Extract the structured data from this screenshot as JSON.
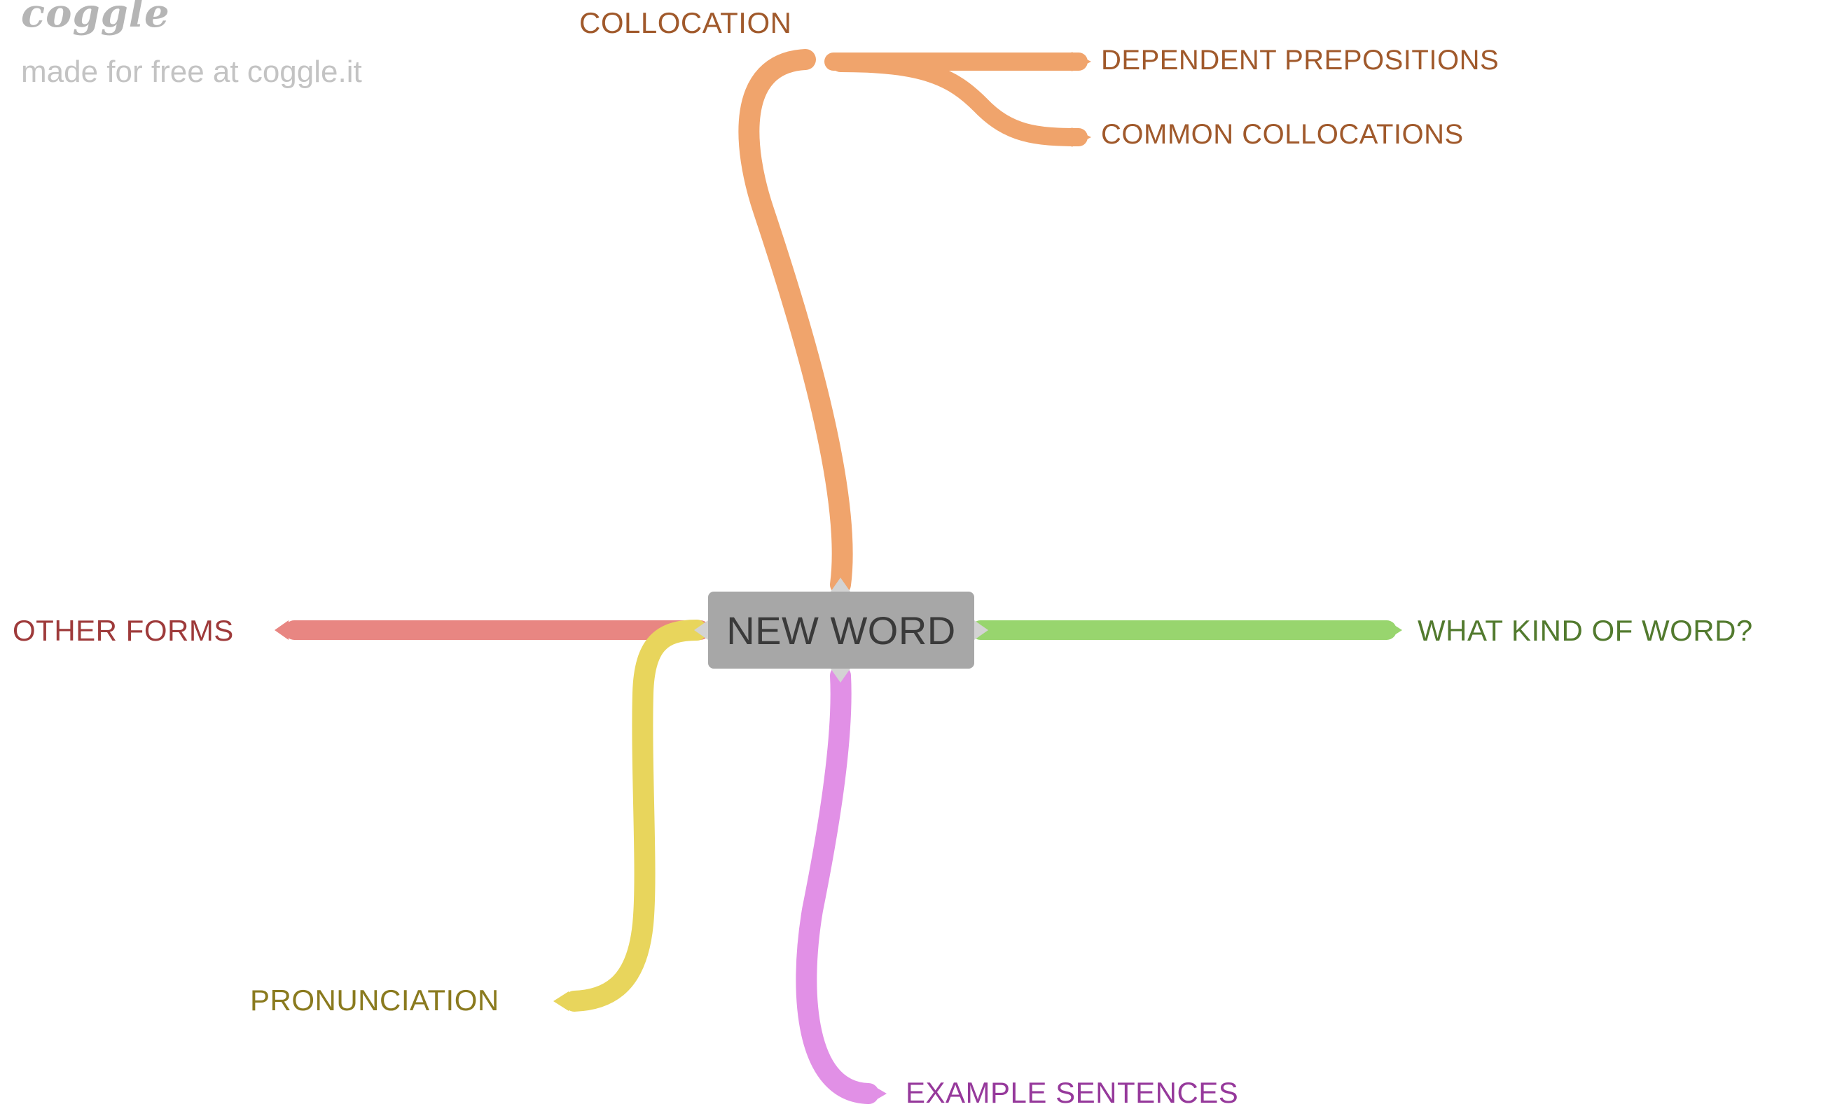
{
  "watermark": {
    "logo_text": "coggle",
    "made_with_text": "made for free at coggle.it"
  },
  "central_node": {
    "label": "NEW WORD"
  },
  "branches": [
    {
      "id": "collocation",
      "label": "COLLOCATION",
      "color": "#f0a46c",
      "text_color": "#a0592b",
      "children": [
        {
          "id": "dependent-prepositions",
          "label": "DEPENDENT PREPOSITIONS",
          "text_color": "#a0592b"
        },
        {
          "id": "common-collocations",
          "label": "COMMON COLLOCATIONS",
          "text_color": "#a0592b"
        }
      ]
    },
    {
      "id": "other-forms",
      "label": "OTHER FORMS",
      "color": "#e88682",
      "text_color": "#9e3a3a",
      "children": []
    },
    {
      "id": "what-kind-of-word",
      "label": "WHAT KIND OF WORD?",
      "color": "#98d56e",
      "text_color": "#527a2e",
      "children": []
    },
    {
      "id": "pronunciation",
      "label": "PRONUNCIATION",
      "color": "#e8d55c",
      "text_color": "#8a7a1e",
      "children": []
    },
    {
      "id": "example-sentences",
      "label": "EXAMPLE SENTENCES",
      "color": "#e190e6",
      "text_color": "#96399b",
      "children": []
    }
  ]
}
